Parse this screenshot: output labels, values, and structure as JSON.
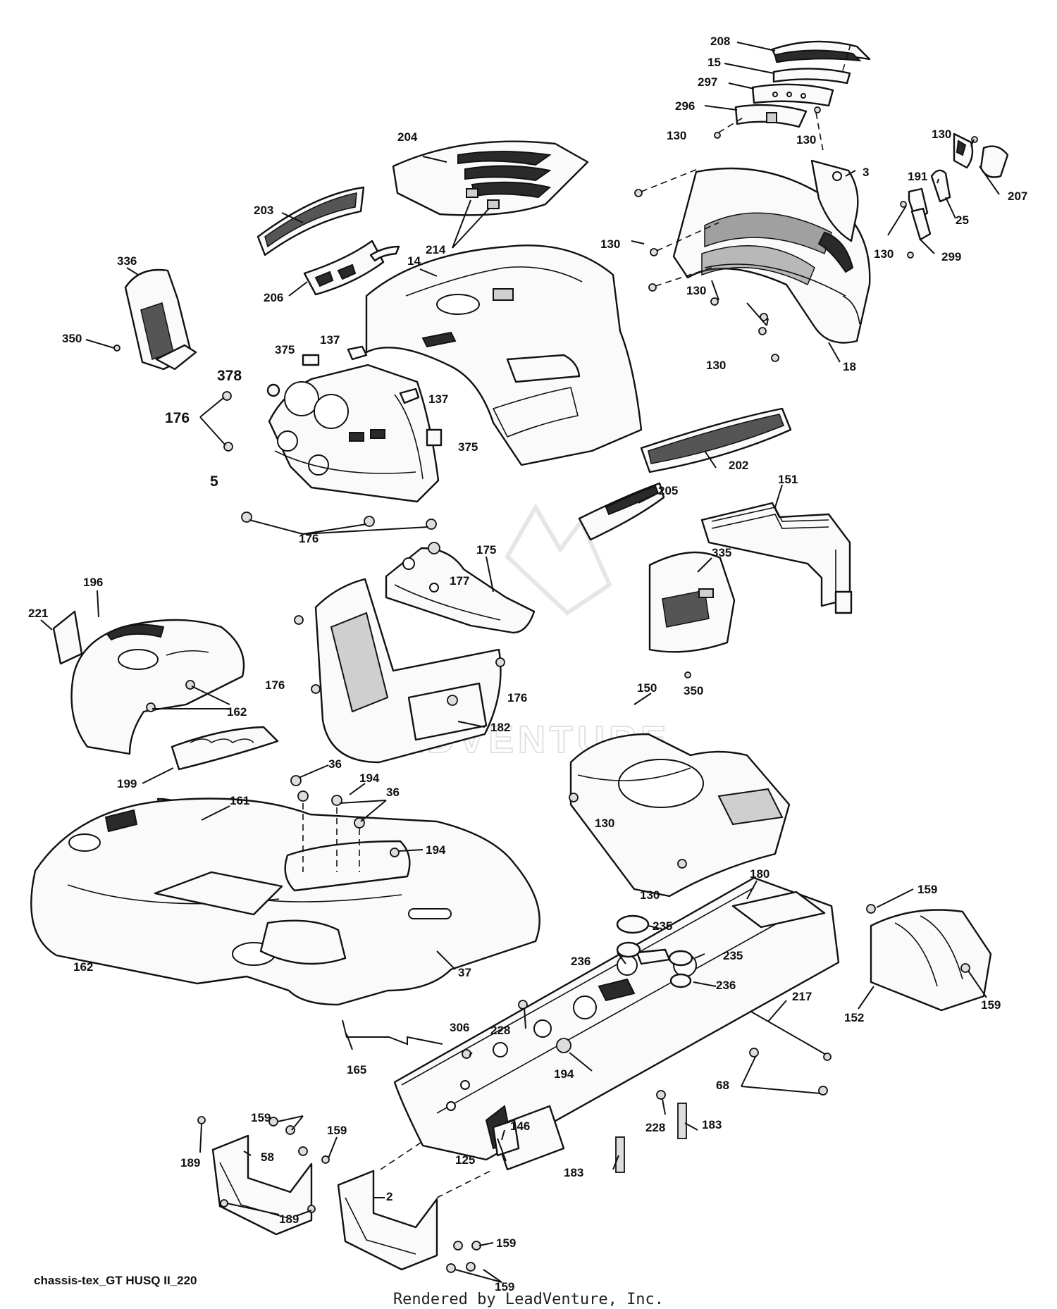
{
  "watermark": "LEADVENTURE",
  "diagram_code": "chassis-tex_GT HUSQ II_220",
  "footer_credit": "Rendered by LeadVenture, Inc.",
  "callouts": {
    "c208": "208",
    "c15": "15",
    "c297": "297",
    "c296": "296",
    "c130a": "130",
    "c130b": "130",
    "c130c": "130",
    "c130d": "130",
    "c130e": "130",
    "c130f": "130",
    "c130g": "130",
    "c130h": "130",
    "c130i": "130",
    "c3": "3",
    "c191": "191",
    "c207": "207",
    "c25": "25",
    "c299": "299",
    "c18": "18",
    "c204": "204",
    "c203": "203",
    "c214": "214",
    "c14": "14",
    "c206": "206",
    "c336": "336",
    "c350a": "350",
    "c350b": "350",
    "c375a": "375",
    "c375b": "375",
    "c137a": "137",
    "c137b": "137",
    "c378": "378",
    "c176a": "176",
    "c176b": "176",
    "c176c": "176",
    "c176d": "176",
    "c5": "5",
    "c202": "202",
    "c205": "205",
    "c151": "151",
    "c175": "175",
    "c177": "177",
    "c335": "335",
    "c196": "196",
    "c221": "221",
    "c162a": "162",
    "c162b": "162",
    "c182": "182",
    "c150": "150",
    "c199": "199",
    "c161": "161",
    "c36a": "36",
    "c36b": "36",
    "c194a": "194",
    "c194b": "194",
    "c194c": "194",
    "c37": "37",
    "c180": "180",
    "c159a": "159",
    "c159b": "159",
    "c159c": "159",
    "c159d": "159",
    "c159e": "159",
    "c159f": "159",
    "c235a": "235",
    "c235b": "235",
    "c236a": "236",
    "c236b": "236",
    "c152": "152",
    "c228a": "228",
    "c228b": "228",
    "c306": "306",
    "c217": "217",
    "c165": "165",
    "c68": "68",
    "c146": "146",
    "c125": "125",
    "c183a": "183",
    "c183b": "183",
    "c58": "58",
    "c2": "2",
    "c189a": "189",
    "c189b": "189"
  }
}
